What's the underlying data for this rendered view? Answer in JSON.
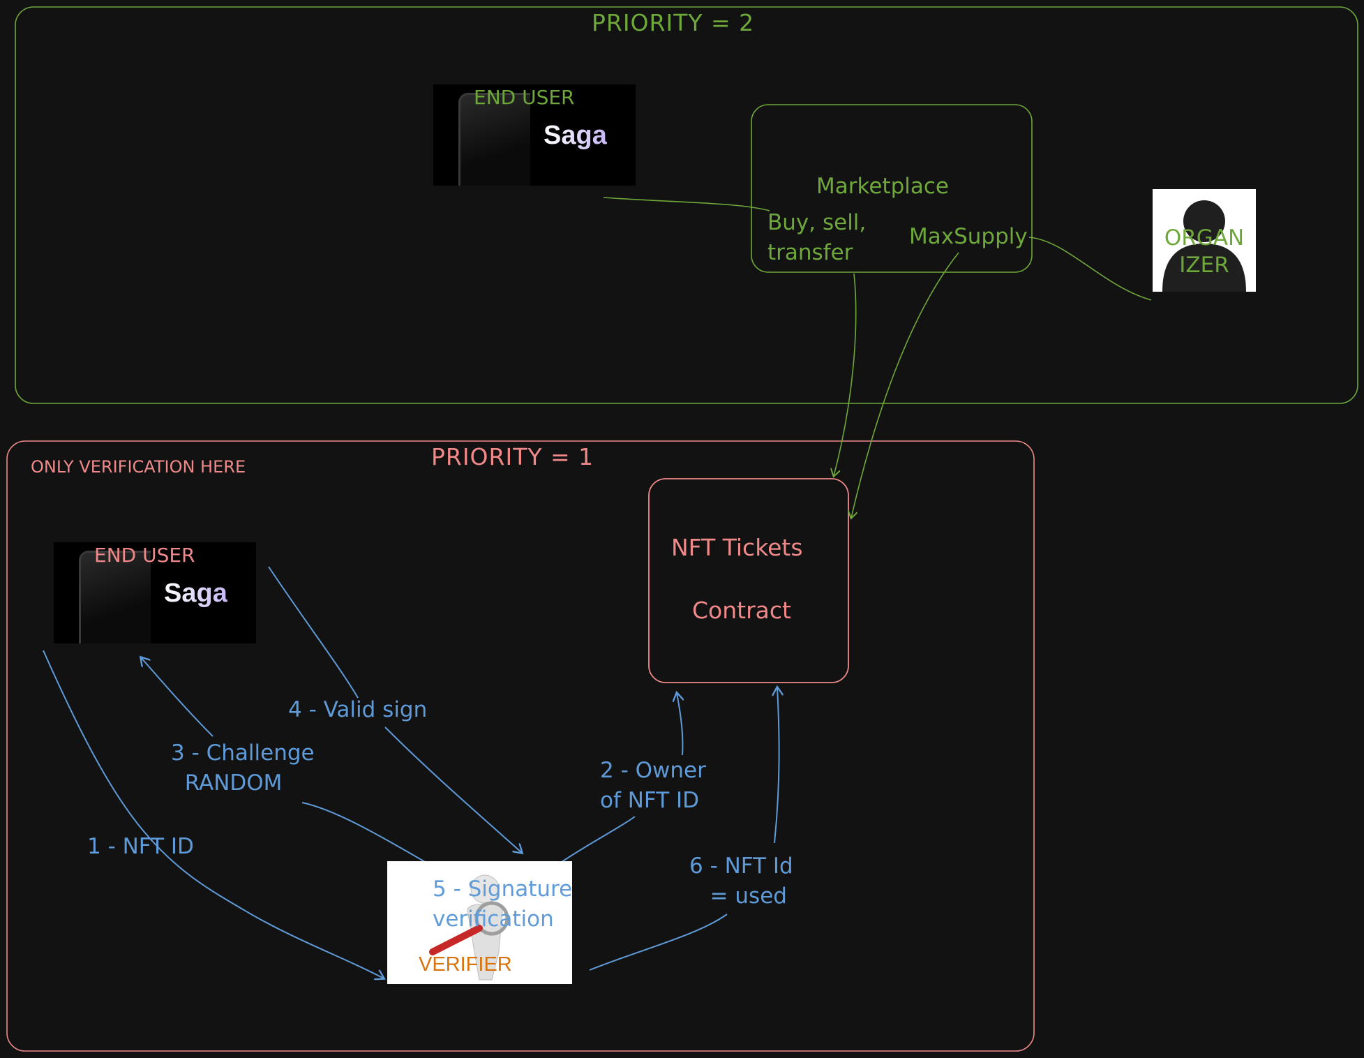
{
  "groups": {
    "priority2": {
      "title": "PRIORITY = 2",
      "color": "#6fa83a"
    },
    "priority1": {
      "title": "PRIORITY = 1",
      "note": "ONLY VERIFICATION HERE",
      "color": "#f08a8a"
    }
  },
  "nodes": {
    "end_user_top": {
      "label": "END USER",
      "brand": "Saga"
    },
    "marketplace": {
      "label": "Marketplace",
      "actions": "Buy, sell,\ntransfer",
      "supply": "MaxSupply"
    },
    "organizer": {
      "label": "ORGAN\nIZER"
    },
    "nft_contract": {
      "line1": "NFT Tickets",
      "line2": "Contract"
    },
    "end_user_bottom": {
      "label": "END USER",
      "brand": "Saga"
    },
    "verifier": {
      "label": "VERIFIER"
    }
  },
  "edges": {
    "step1": "1 - NFT ID",
    "step2": "2 - Owner\nof NFT ID",
    "step3": "3 - Challenge\n  RANDOM",
    "step4": "4 - Valid sign",
    "step5": "5 - Signature\nverification",
    "step6": "6 - NFT Id\n   = used"
  },
  "colors": {
    "background": "#121212",
    "green": "#6fa83a",
    "red": "#f08a8a",
    "blue": "#5f9bd8",
    "orange": "#d9730d"
  }
}
